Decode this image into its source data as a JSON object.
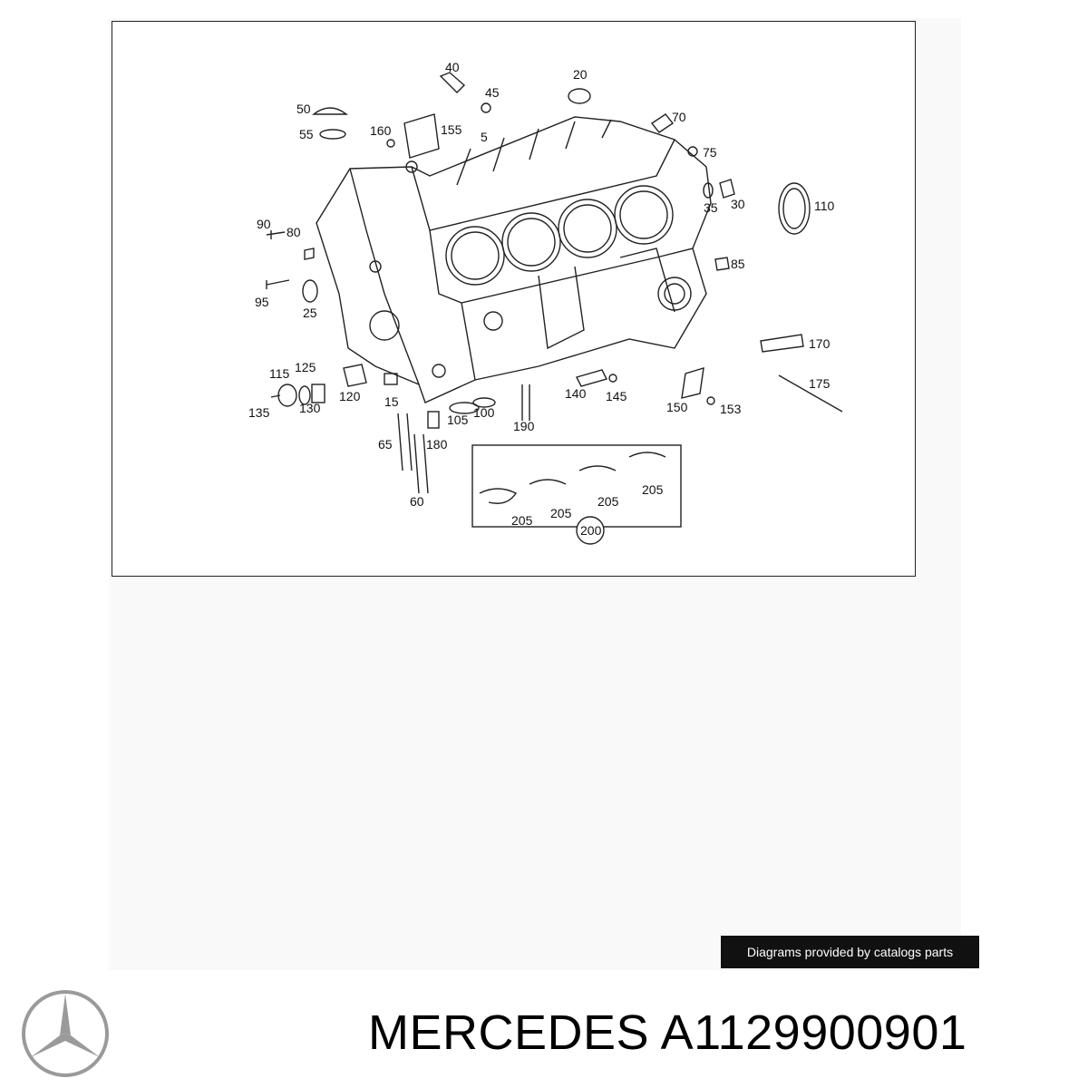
{
  "diagram": {
    "callouts": [
      "40",
      "45",
      "20",
      "50",
      "55",
      "160",
      "155",
      "5",
      "70",
      "75",
      "90",
      "80",
      "35",
      "30",
      "110",
      "85",
      "95",
      "25",
      "115",
      "125",
      "170",
      "120",
      "15",
      "135",
      "130",
      "175",
      "140",
      "145",
      "150",
      "153",
      "105",
      "100",
      "190",
      "65",
      "180",
      "60",
      "205",
      "205",
      "205",
      "205",
      "200"
    ]
  },
  "credit": {
    "text": "Diagrams provided by catalogs parts"
  },
  "title": {
    "text": "MERCEDES A1129900901"
  },
  "logo": {
    "icon": "mercedes-star-icon",
    "color": "#9a9a9a"
  }
}
